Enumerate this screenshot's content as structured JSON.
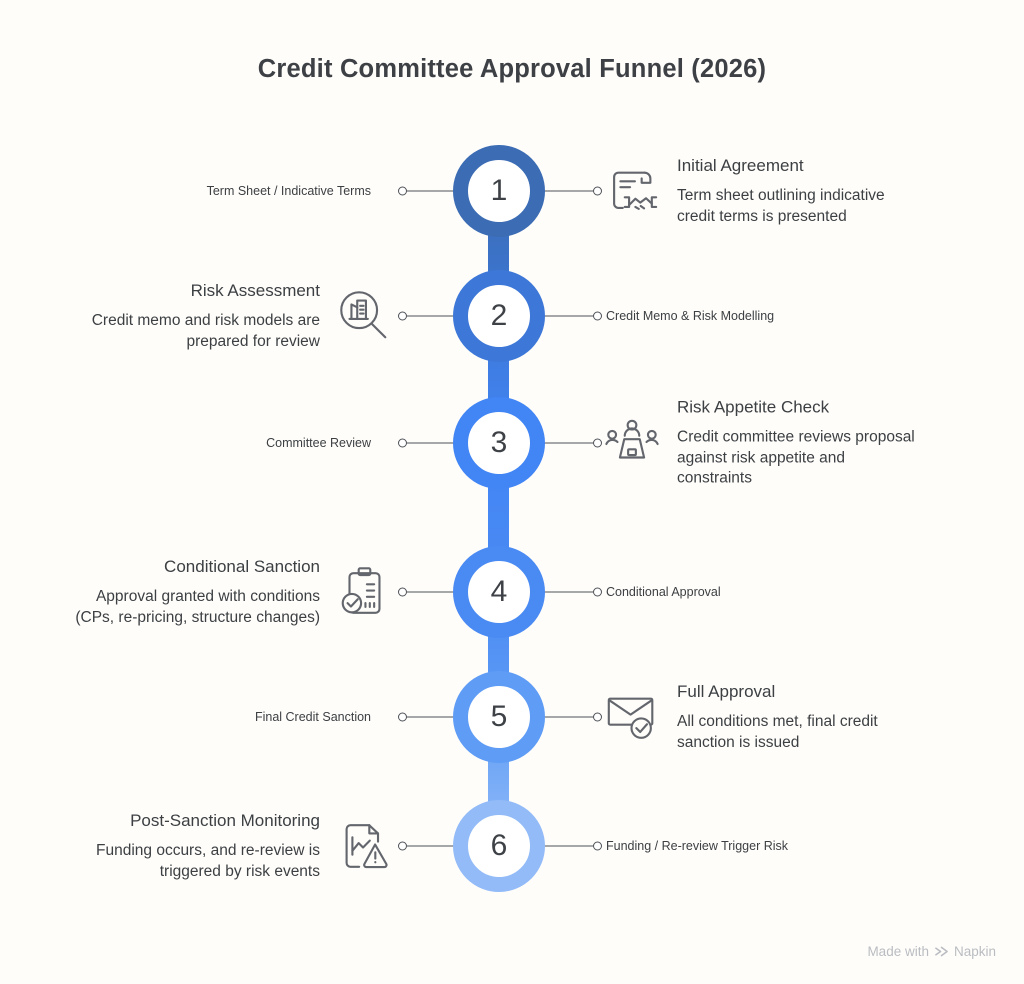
{
  "title": "Credit Committee Approval Funnel (2026)",
  "colors": {
    "background": "#fffdfa",
    "title_text": "#3d4045",
    "text": "#3c4043",
    "line": "#4d5156",
    "icon_stroke": "#63676d",
    "watermark": "#b9bdc1"
  },
  "steps": [
    {
      "number": "1",
      "ring_color": "#3B6CB4",
      "left": {
        "label": "Term Sheet / Indicative Terms"
      },
      "right": {
        "icon": "agreement-icon",
        "heading": "Initial Agreement",
        "body": "Term sheet outlining indicative\ncredit terms is presented"
      }
    },
    {
      "number": "2",
      "ring_color": "#3D78D8",
      "left": {
        "icon": "risk-analysis-icon",
        "heading": "Risk Assessment",
        "body": "Credit memo and risk models are\nprepared for review"
      },
      "right": {
        "label": "Credit Memo & Risk Modelling"
      }
    },
    {
      "number": "3",
      "ring_color": "#4285F4",
      "left": {
        "label": "Committee Review"
      },
      "right": {
        "icon": "committee-icon",
        "heading": "Risk Appetite Check",
        "body": "Credit committee reviews proposal\nagainst risk appetite and\nconstraints"
      }
    },
    {
      "number": "4",
      "ring_color": "#4A8AF3",
      "left": {
        "icon": "clipboard-check-icon",
        "heading": "Conditional Sanction",
        "body": "Approval granted with conditions\n(CPs, re-pricing, structure changes)"
      },
      "right": {
        "label": "Conditional Approval"
      }
    },
    {
      "number": "5",
      "ring_color": "#5E9CF5",
      "left": {
        "label": "Final Credit Sanction"
      },
      "right": {
        "icon": "mail-check-icon",
        "heading": "Full Approval",
        "body": "All conditions met, final credit\nsanction is issued"
      }
    },
    {
      "number": "6",
      "ring_color": "#92BBF8",
      "left": {
        "icon": "report-warning-icon",
        "heading": "Post-Sanction Monitoring",
        "body": "Funding occurs, and re-review is\ntriggered by risk events"
      },
      "right": {
        "label": "Funding / Re-review Trigger Risk"
      }
    }
  ],
  "watermark": {
    "prefix": "Made with",
    "brand": "Napkin",
    "icon": "napkin-logo-icon"
  }
}
